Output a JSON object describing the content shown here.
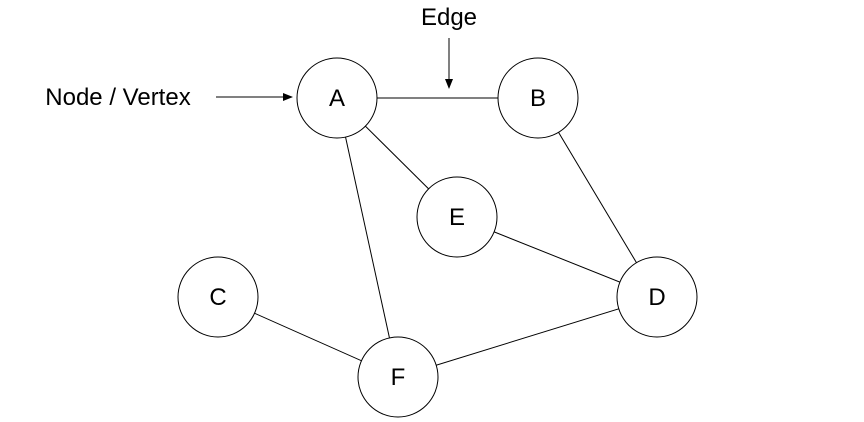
{
  "diagram": {
    "annotations": {
      "node_label": "Node / Vertex",
      "edge_label": "Edge"
    },
    "nodes": [
      {
        "id": "A",
        "label": "A"
      },
      {
        "id": "B",
        "label": "B"
      },
      {
        "id": "C",
        "label": "C"
      },
      {
        "id": "D",
        "label": "D"
      },
      {
        "id": "E",
        "label": "E"
      },
      {
        "id": "F",
        "label": "F"
      }
    ],
    "edges": [
      {
        "from": "A",
        "to": "B"
      },
      {
        "from": "A",
        "to": "E"
      },
      {
        "from": "A",
        "to": "F"
      },
      {
        "from": "B",
        "to": "D"
      },
      {
        "from": "E",
        "to": "D"
      },
      {
        "from": "C",
        "to": "F"
      },
      {
        "from": "F",
        "to": "D"
      }
    ],
    "colors": {
      "stroke": "#000000",
      "fill": "#ffffff"
    }
  }
}
